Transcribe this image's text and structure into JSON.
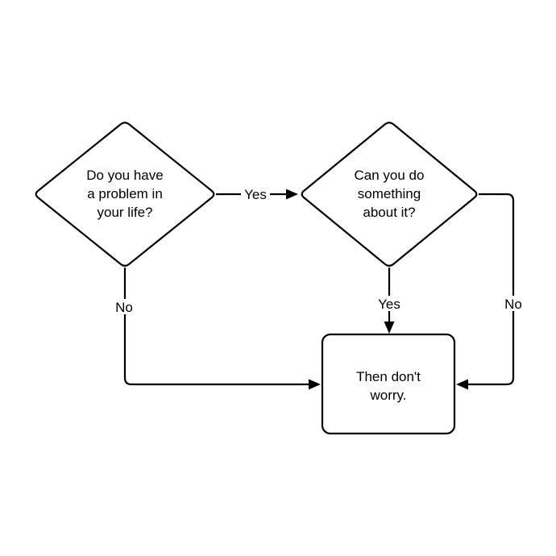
{
  "flowchart": {
    "nodes": {
      "problem": {
        "shape": "diamond",
        "lines": [
          "Do you have",
          "a problem in",
          "your life?"
        ]
      },
      "something": {
        "shape": "diamond",
        "lines": [
          "Can you do",
          "something",
          "about it?"
        ]
      },
      "worry": {
        "shape": "rounded-rectangle",
        "lines": [
          "Then don't",
          "worry."
        ]
      }
    },
    "edges": [
      {
        "from": "problem",
        "to": "something",
        "label": "Yes"
      },
      {
        "from": "problem",
        "to": "worry",
        "label": "No"
      },
      {
        "from": "something",
        "to": "worry",
        "label": "Yes"
      },
      {
        "from": "something",
        "to": "worry",
        "label": "No"
      }
    ],
    "colors": {
      "stroke": "#000000",
      "node_fill": "#ffffff",
      "text": "#000000",
      "background": "#ffffff"
    }
  }
}
